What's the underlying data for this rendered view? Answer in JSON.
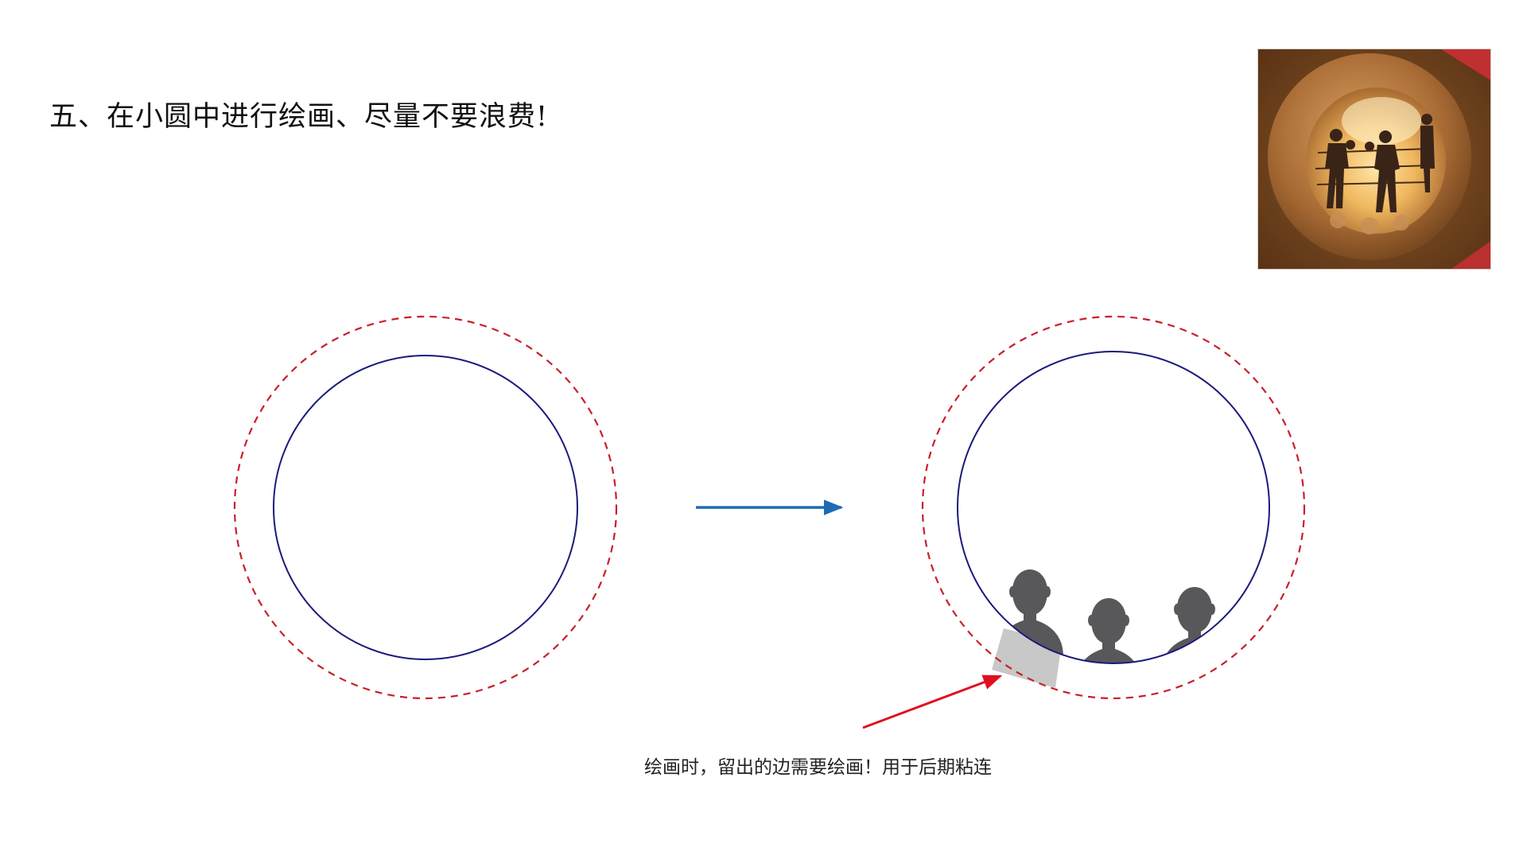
{
  "title": "五、在小圆中进行绘画、尽量不要浪费!",
  "caption": "绘画时，留出的边需要绘画！用于后期粘连",
  "colors": {
    "dashed_outer_circle": "#c8202a",
    "inner_circle": "#1a1a7a",
    "flow_arrow": "#1f6bb5",
    "pointer_arrow": "#e01020",
    "silhouette": "#58575a",
    "glue_margin": "#c8c8c8"
  },
  "icons": {
    "flow_arrow": "right-arrow-icon",
    "pointer_arrow": "pointer-arrow-icon",
    "silhouette": "person-silhouette-icon"
  },
  "audience_count": 3
}
